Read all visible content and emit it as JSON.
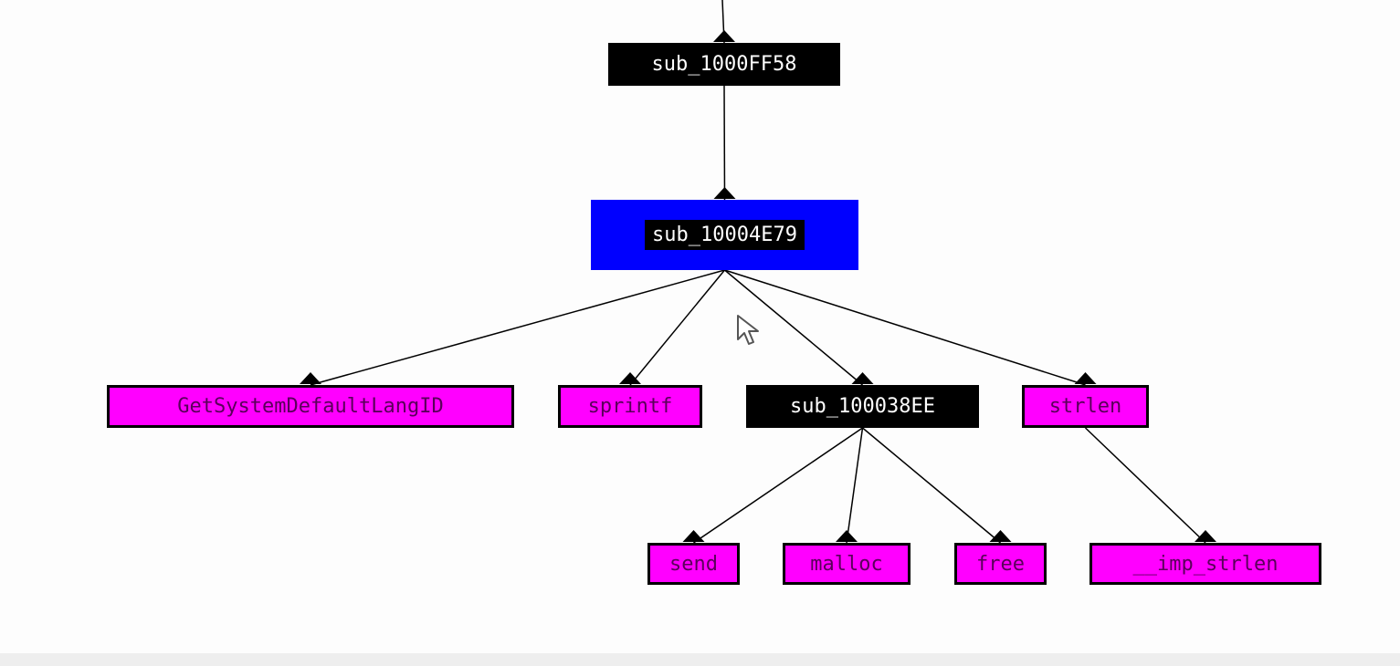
{
  "graph": {
    "colors": {
      "local_fill": "#000000",
      "local_text": "#ffffff",
      "import_fill": "#ff00ff",
      "import_border": "#000000",
      "selected_frame": "#0000ff",
      "edge": "#000000",
      "background": "#fdfdfd"
    },
    "nodes": {
      "sub_1000FF58": {
        "label": "sub_1000FF58",
        "kind": "local"
      },
      "sub_10004E79": {
        "label": "sub_10004E79",
        "kind": "local",
        "selected": true
      },
      "GetSystemDefaultLangID": {
        "label": "GetSystemDefaultLangID",
        "kind": "import"
      },
      "sprintf": {
        "label": "sprintf",
        "kind": "import"
      },
      "sub_100038EE": {
        "label": "sub_100038EE",
        "kind": "local"
      },
      "strlen": {
        "label": "strlen",
        "kind": "import"
      },
      "send": {
        "label": "send",
        "kind": "import"
      },
      "malloc": {
        "label": "malloc",
        "kind": "import"
      },
      "free": {
        "label": "free",
        "kind": "import"
      },
      "imp_strlen": {
        "label": "__imp_strlen",
        "kind": "import"
      }
    },
    "edges": [
      {
        "from": "parent_offscreen",
        "to": "sub_1000FF58"
      },
      {
        "from": "sub_1000FF58",
        "to": "sub_10004E79"
      },
      {
        "from": "sub_10004E79",
        "to": "GetSystemDefaultLangID"
      },
      {
        "from": "sub_10004E79",
        "to": "sprintf"
      },
      {
        "from": "sub_10004E79",
        "to": "sub_100038EE"
      },
      {
        "from": "sub_10004E79",
        "to": "strlen"
      },
      {
        "from": "sub_100038EE",
        "to": "send"
      },
      {
        "from": "sub_100038EE",
        "to": "malloc"
      },
      {
        "from": "sub_100038EE",
        "to": "free"
      },
      {
        "from": "strlen",
        "to": "imp_strlen"
      }
    ],
    "cursor_icon": "mouse-pointer-icon"
  }
}
